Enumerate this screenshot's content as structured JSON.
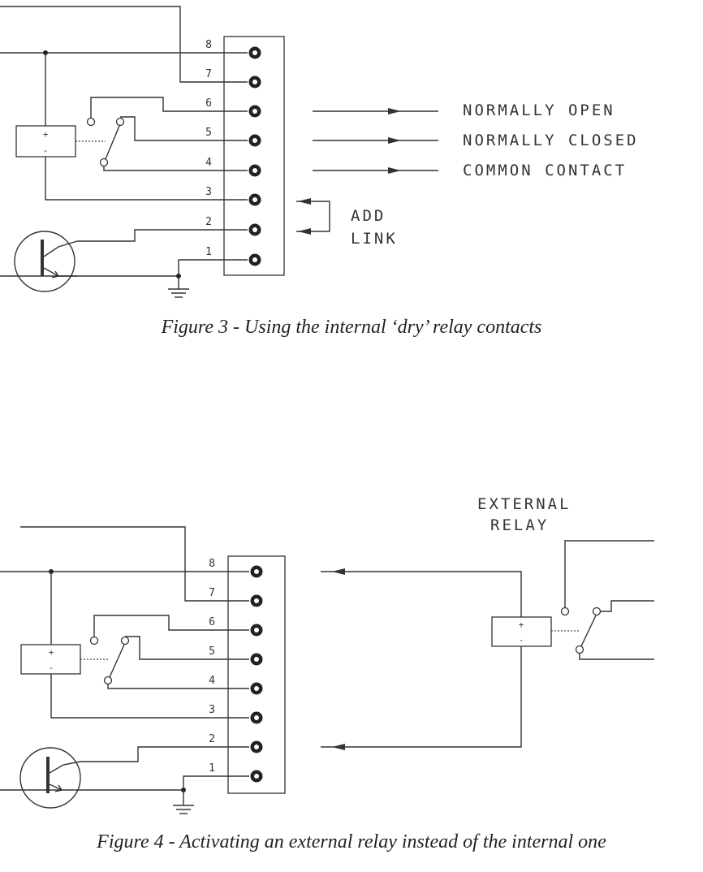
{
  "figure3": {
    "caption": "Figure 3 - Using the internal ‘dry’ relay contacts",
    "terminals": [
      "8",
      "7",
      "6",
      "5",
      "4",
      "3",
      "2",
      "1"
    ],
    "outputs": [
      "NORMALLY OPEN",
      "NORMALLY CLOSED",
      "COMMON CONTACT"
    ],
    "link_label": [
      "ADD",
      "LINK"
    ]
  },
  "figure4": {
    "caption": "Figure 4 - Activating an external relay instead of the internal one",
    "terminals": [
      "8",
      "7",
      "6",
      "5",
      "4",
      "3",
      "2",
      "1"
    ],
    "relay_label": [
      "EXTERNAL",
      "RELAY"
    ]
  },
  "symbols": {
    "plus": "+",
    "minus": "-"
  }
}
